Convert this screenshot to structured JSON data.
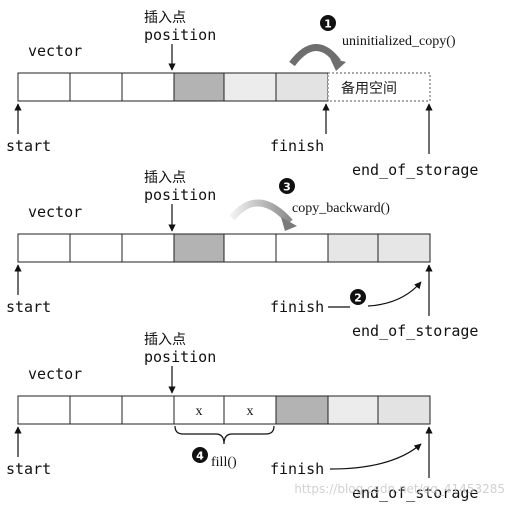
{
  "panels": [
    {
      "vector_label": "vector",
      "insert_label_cn": "插入点",
      "insert_label_en": "position",
      "start_label": "start",
      "finish_label": "finish",
      "eos_label": "end_of_storage",
      "spare_label": "备用空间",
      "step_number": "1",
      "step_label": "uninitialized_copy()"
    },
    {
      "vector_label": "vector",
      "insert_label_cn": "插入点",
      "insert_label_en": "position",
      "start_label": "start",
      "finish_label": "finish",
      "eos_label": "end_of_storage",
      "step_number": "3",
      "step_label": "copy_backward()",
      "step2_number": "2"
    },
    {
      "vector_label": "vector",
      "insert_label_cn": "插入点",
      "insert_label_en": "position",
      "start_label": "start",
      "finish_label": "finish",
      "eos_label": "end_of_storage",
      "cell_x1": "x",
      "cell_x2": "x",
      "step_number": "4",
      "step_label": "fill()"
    }
  ],
  "watermark": "https://blog.csdn.net/qq_41453285"
}
